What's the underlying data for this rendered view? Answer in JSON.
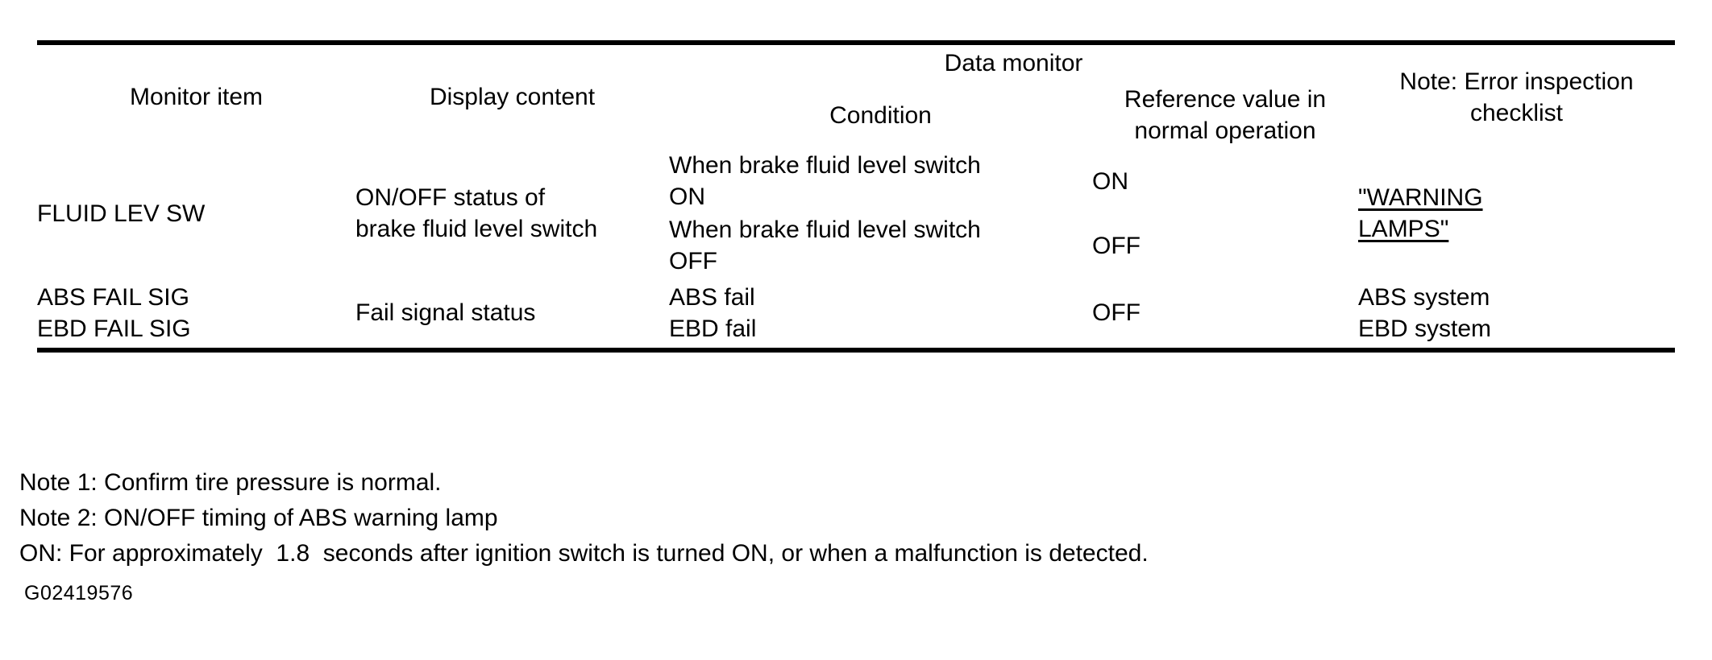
{
  "table": {
    "headers": {
      "monitor_item": "Monitor item",
      "display_content": "Display content",
      "data_monitor": "Data monitor",
      "condition": "Condition",
      "reference_value": "Reference value in\nnormal operation",
      "note_checklist": "Note: Error inspection\nchecklist"
    },
    "rows": [
      {
        "monitor_item": "FLUID LEV SW",
        "display_content": "ON/OFF status of\nbrake fluid level switch",
        "note_checklist": "\"WARNING\nLAMPS\"",
        "note_checklist_underlined": true,
        "sub_rows": [
          {
            "condition": "When brake fluid level switch\nON",
            "reference_value": "ON"
          },
          {
            "condition": "When brake fluid level switch\nOFF",
            "reference_value": "OFF"
          }
        ]
      },
      {
        "monitor_item": "ABS FAIL SIG\nEBD FAIL SIG",
        "display_content": "Fail signal status",
        "note_checklist": "ABS system\nEBD system",
        "note_checklist_underlined": false,
        "sub_rows": [
          {
            "condition": "ABS fail\nEBD fail",
            "reference_value": "OFF"
          }
        ]
      }
    ]
  },
  "notes": [
    "Note 1: Confirm tire pressure is normal.",
    "Note 2: ON/OFF timing of ABS warning lamp",
    "ON: For approximately  1.8  seconds after ignition switch is turned ON, or when a malfunction is detected."
  ],
  "figure_id": "G02419576",
  "colors": {
    "text": "#000000",
    "rule": "#000000",
    "background": "#ffffff"
  }
}
